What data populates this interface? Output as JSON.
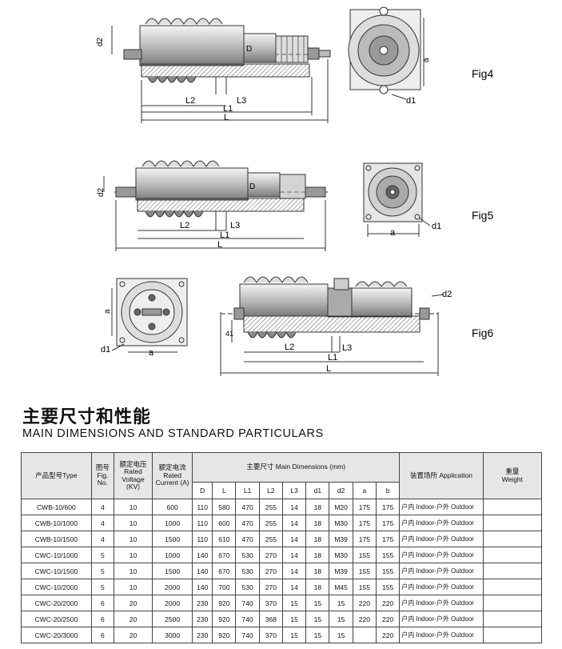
{
  "figures": {
    "fig4": {
      "label": "Fig4",
      "dims": {
        "d2": "d2",
        "d": "D",
        "l2": "L2",
        "l3": "L3",
        "l1": "L1",
        "l": "L",
        "a": "a",
        "d1": "d1"
      }
    },
    "fig5": {
      "label": "Fig5",
      "dims": {
        "d2": "d2",
        "d": "D",
        "l2": "L2",
        "l3": "L3",
        "l1": "L1",
        "l": "L",
        "a": "a",
        "d1": "d1"
      }
    },
    "fig6": {
      "label": "Fig6",
      "dims": {
        "d2": "d2",
        "n41": "41",
        "l2": "L2",
        "l3": "L3",
        "l1": "L1",
        "l": "L",
        "a": "a",
        "d1": "d1"
      }
    }
  },
  "section": {
    "title_cn": "主要尺寸和性能",
    "title_en": "MAIN DIMENSIONS AND STANDARD PARTICULARS"
  },
  "table": {
    "headers": {
      "type": "产品型号Type",
      "fig_cn": "图号",
      "fig_en1": "Fig.",
      "fig_en2": "No.",
      "voltage_cn": "额定电压",
      "voltage_en1": "Rated",
      "voltage_en2": "Voltage",
      "voltage_en3": "(KV)",
      "current_cn": "额定电流",
      "current_en1": "Rated",
      "current_en2": "Current (A)",
      "main_dims": "主要尺寸 Main Dimensions (mm)",
      "application": "装置场所 Application",
      "weight_cn": "重量",
      "weight_en": "Weight"
    },
    "dim_columns": [
      "D",
      "L",
      "L1",
      "L2",
      "L3",
      "d1",
      "d2",
      "a",
      "b"
    ],
    "rows": [
      {
        "type": "CWB-10/600",
        "fig": "4",
        "voltage": "10",
        "current": "600",
        "D": "110",
        "L": "580",
        "L1": "470",
        "L2": "255",
        "L3": "14",
        "d1": "18",
        "d2": "M20",
        "a": "175",
        "b": "175",
        "app": "户内 Indoor-户外 Outdoor",
        "weight": ""
      },
      {
        "type": "CWB-10/1000",
        "fig": "4",
        "voltage": "10",
        "current": "1000",
        "D": "110",
        "L": "600",
        "L1": "470",
        "L2": "255",
        "L3": "14",
        "d1": "18",
        "d2": "M30",
        "a": "175",
        "b": "175",
        "app": "户内 Indoor-户外 Outdoor",
        "weight": ""
      },
      {
        "type": "CWB-10/1500",
        "fig": "4",
        "voltage": "10",
        "current": "1500",
        "D": "110",
        "L": "610",
        "L1": "470",
        "L2": "255",
        "L3": "14",
        "d1": "18",
        "d2": "M39",
        "a": "175",
        "b": "175",
        "app": "户内 Indoor-户外 Outdoor",
        "weight": ""
      },
      {
        "type": "CWC-10/1000",
        "fig": "5",
        "voltage": "10",
        "current": "1000",
        "D": "140",
        "L": "670",
        "L1": "530",
        "L2": "270",
        "L3": "14",
        "d1": "18",
        "d2": "M30",
        "a": "155",
        "b": "155",
        "app": "户内 Indoor-户外 Outdoor",
        "weight": ""
      },
      {
        "type": "CWC-10/1500",
        "fig": "5",
        "voltage": "10",
        "current": "1500",
        "D": "140",
        "L": "670",
        "L1": "530",
        "L2": "270",
        "L3": "14",
        "d1": "18",
        "d2": "M39",
        "a": "155",
        "b": "155",
        "app": "户内 Indoor-户外 Outdoor",
        "weight": ""
      },
      {
        "type": "CWC-10/2000",
        "fig": "5",
        "voltage": "10",
        "current": "2000",
        "D": "140",
        "L": "700",
        "L1": "530",
        "L2": "270",
        "L3": "14",
        "d1": "18",
        "d2": "M45",
        "a": "155",
        "b": "155",
        "app": "户内 Indoor-户外 Outdoor",
        "weight": ""
      },
      {
        "type": "CWC-20/2000",
        "fig": "6",
        "voltage": "20",
        "current": "2000",
        "D": "230",
        "L": "920",
        "L1": "740",
        "L2": "370",
        "L3": "15",
        "d1": "15",
        "d2": "15",
        "a": "220",
        "b": "220",
        "app": "户内 Indoor-户外 Outdoor",
        "weight": ""
      },
      {
        "type": "CWC-20/2500",
        "fig": "6",
        "voltage": "20",
        "current": "2500",
        "D": "230",
        "L": "920",
        "L1": "740",
        "L2": "368",
        "L3": "15",
        "d1": "15",
        "d2": "15",
        "a": "220",
        "b": "220",
        "app": "户内 Indoor-户外 Outdoor",
        "weight": ""
      },
      {
        "type": "CWC-20/3000",
        "fig": "6",
        "voltage": "20",
        "current": "3000",
        "D": "230",
        "L": "920",
        "L1": "740",
        "L2": "370",
        "L3": "15",
        "d1": "15",
        "d2": "15",
        "a": "",
        "b": "220",
        "app": "户内 Indoor-户外 Outdoor",
        "weight": ""
      }
    ]
  }
}
